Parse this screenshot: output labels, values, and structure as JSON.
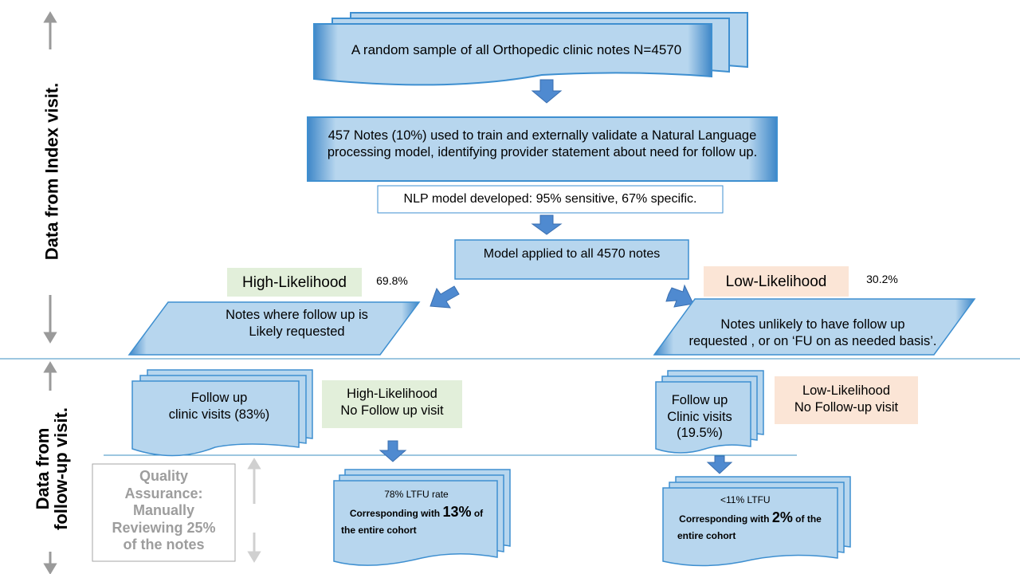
{
  "sample": {
    "text": "A random sample of all Orthopedic clinic notes  N=4570"
  },
  "train": {
    "line1": "457 Notes (10%) used to train and externally validate a Natural Language",
    "line2": "processing model, identifying provider statement about need for follow up."
  },
  "nlp": {
    "text": "NLP model developed: 95% sensitive, 67% specific."
  },
  "applied": {
    "text": "Model applied to all 4570 notes"
  },
  "high": {
    "label": "High-Likelihood",
    "pct": "69.8%",
    "note_line1": "Notes where follow up is",
    "note_line2": "Likely requested"
  },
  "low": {
    "label": "Low-Likelihood",
    "pct": "30.2%",
    "note_line1": "Notes unlikely to have follow up",
    "note_line2": "requested , or on ‘FU on  as needed basis’."
  },
  "high_visits": {
    "line1": "Follow up",
    "line2": "clinic visits (83%)"
  },
  "high_nofu": {
    "line1": "High-Likelihood",
    "line2": "No Follow up visit"
  },
  "low_visits": {
    "line1": "Follow up",
    "line2": "Clinic visits",
    "line3": "(19.5%)"
  },
  "low_nofu": {
    "line1": "Low-Likelihood",
    "line2": "No Follow-up visit"
  },
  "high_ltfu": {
    "rate": "78% LTFU rate",
    "pre": "Corresponding with ",
    "big": "13%",
    "post": " of",
    "line2": "the entire cohort"
  },
  "low_ltfu": {
    "rate": "<11% LTFU",
    "pre": "Corresponding with ",
    "big": "2%",
    "post": " of the",
    "line2": "entire cohort"
  },
  "qa": {
    "line1": "Quality",
    "line2": "Assurance:",
    "line3": "Manually",
    "line4": "Reviewing 25%",
    "line5": "of the notes"
  },
  "side": {
    "index": "Data from Index visit.",
    "followup_line1": "Data from",
    "followup_line2": "follow-up visit."
  },
  "colors": {
    "box_fill": "#b7d6ee",
    "box_stroke": "#3e8fd0",
    "arrow": "#4f8ad0",
    "green_bg": "#e2efda",
    "peach_bg": "#fbe5d6",
    "qa_text": "#9d9d9d"
  }
}
